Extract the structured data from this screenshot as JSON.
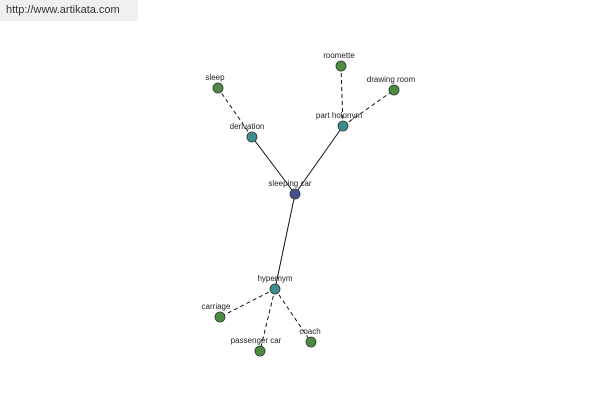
{
  "source_url": "http://www.artikata.com",
  "graph": {
    "colors": {
      "center": "#4a4f94",
      "relation": "#3d8d8f",
      "leaf": "#4f8a45",
      "node_stroke": "#2d3a2d",
      "edge": "#000000"
    },
    "nodes": [
      {
        "id": "sleeping-car",
        "label": "sleeping car",
        "role": "center"
      },
      {
        "id": "derivation",
        "label": "derivation",
        "role": "relation"
      },
      {
        "id": "part-holonym",
        "label": "part holonym",
        "role": "relation"
      },
      {
        "id": "hypernym",
        "label": "hypernym",
        "role": "relation"
      },
      {
        "id": "sleep",
        "label": "sleep",
        "role": "leaf"
      },
      {
        "id": "roomette",
        "label": "roomette",
        "role": "leaf"
      },
      {
        "id": "drawing-room",
        "label": "drawing room",
        "role": "leaf"
      },
      {
        "id": "carriage",
        "label": "carriage",
        "role": "leaf"
      },
      {
        "id": "passenger-car",
        "label": "passenger car",
        "role": "leaf"
      },
      {
        "id": "coach",
        "label": "coach",
        "role": "leaf"
      }
    ],
    "edges": [
      {
        "from": "sleeping-car",
        "to": "derivation",
        "style": "solid"
      },
      {
        "from": "sleeping-car",
        "to": "part-holonym",
        "style": "solid"
      },
      {
        "from": "sleeping-car",
        "to": "hypernym",
        "style": "solid"
      },
      {
        "from": "derivation",
        "to": "sleep",
        "style": "dashed"
      },
      {
        "from": "part-holonym",
        "to": "roomette",
        "style": "dashed"
      },
      {
        "from": "part-holonym",
        "to": "drawing-room",
        "style": "dashed"
      },
      {
        "from": "hypernym",
        "to": "carriage",
        "style": "dashed"
      },
      {
        "from": "hypernym",
        "to": "passenger-car",
        "style": "dashed"
      },
      {
        "from": "hypernym",
        "to": "coach",
        "style": "dashed"
      }
    ]
  }
}
